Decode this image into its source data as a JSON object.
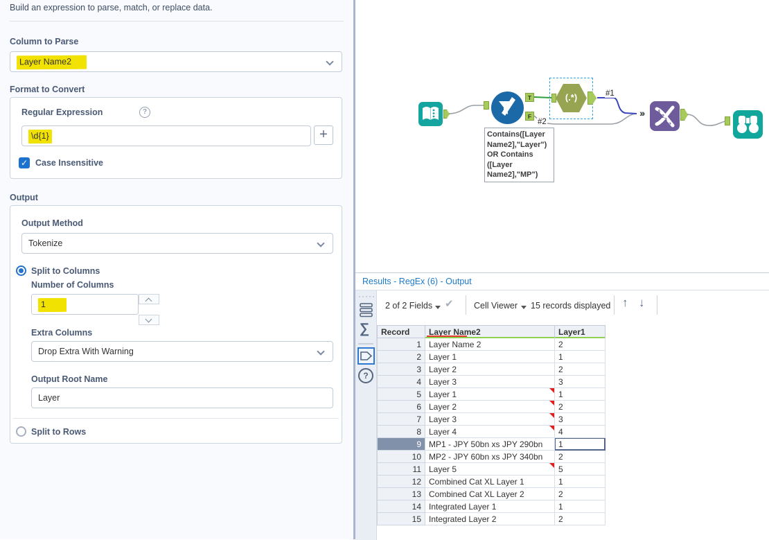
{
  "colors": {
    "highlight": "#f2e202",
    "accent_blue": "#1e72cf",
    "title_blue": "#1d7ac9",
    "input_teal": "#14a5a0",
    "filter_blue": "#1c69a7",
    "regex_olive": "#97a451",
    "union_purple": "#6e5b9b",
    "browse_teal": "#12a79c",
    "anchor_green": "#a8ca5c",
    "wire_blue": "#3944c0",
    "wire_green": "#2f9e3f",
    "warn_red": "#e01f1f"
  },
  "icons": {
    "grip": "·····",
    "sigma": "∑",
    "help": "?",
    "apply_check": "✔",
    "up_arrow": "↑",
    "down_arrow": "↓",
    "plus": "+",
    "multi_input": "»"
  },
  "config": {
    "description": "Build an expression to parse, match, or replace data.",
    "column_to_parse": {
      "label": "Column to Parse",
      "value": "Layer Name2"
    },
    "format_to_convert": {
      "label": "Format to Convert",
      "regex_label": "Regular Expression",
      "regex_value": "\\d{1}",
      "case_insensitive_label": "Case Insensitive",
      "case_insensitive_checked": true
    },
    "output": {
      "label": "Output",
      "method_label": "Output Method",
      "method_value": "Tokenize",
      "split_columns_label": "Split to Columns",
      "num_columns_label": "Number of Columns",
      "num_columns_value": "1",
      "extra_columns_label": "Extra Columns",
      "extra_columns_value": "Drop Extra With Warning",
      "root_name_label": "Output Root Name",
      "root_name_value": "Layer",
      "split_rows_label": "Split to Rows"
    }
  },
  "canvas": {
    "tools": [
      "input-data",
      "filter",
      "regex",
      "union",
      "browse"
    ],
    "filter_t": "T",
    "filter_f": "F",
    "regex_glyph": "(.*)",
    "label_1": "#1",
    "label_2": "#2",
    "annotation": "Contains([Layer\nName2],\"Layer\")\nOR Contains\n([Layer\nName2],\"MP\")"
  },
  "results": {
    "title": "Results - RegEx (6) - Output",
    "toolbar": {
      "fields": "2 of 2 Fields",
      "cell_viewer": "Cell Viewer",
      "records": "15 records displayed"
    },
    "table": {
      "columns": [
        "Record",
        "Layer Name2",
        "Layer1"
      ],
      "rows": [
        {
          "record": "1",
          "name": "Layer Name 2",
          "layer1": "2",
          "warn": false,
          "selected": false
        },
        {
          "record": "2",
          "name": "Layer 1",
          "layer1": "1",
          "warn": false,
          "selected": false
        },
        {
          "record": "3",
          "name": "Layer 2",
          "layer1": "2",
          "warn": false,
          "selected": false
        },
        {
          "record": "4",
          "name": "Layer 3",
          "layer1": "3",
          "warn": false,
          "selected": false
        },
        {
          "record": "5",
          "name": "Layer 1",
          "layer1": "1",
          "warn": true,
          "selected": false
        },
        {
          "record": "6",
          "name": "Layer 2",
          "layer1": "2",
          "warn": true,
          "selected": false
        },
        {
          "record": "7",
          "name": "Layer 3",
          "layer1": "3",
          "warn": true,
          "selected": false
        },
        {
          "record": "8",
          "name": "Layer 4",
          "layer1": "4",
          "warn": true,
          "selected": false
        },
        {
          "record": "9",
          "name": "MP1 - JPY 50bn xs JPY 290bn",
          "layer1": "1",
          "warn": false,
          "selected": true
        },
        {
          "record": "10",
          "name": "MP2 - JPY 60bn xs JPY 340bn",
          "layer1": "2",
          "warn": false,
          "selected": false
        },
        {
          "record": "11",
          "name": "Layer 5",
          "layer1": "5",
          "warn": true,
          "selected": false
        },
        {
          "record": "12",
          "name": "Combined Cat XL Layer 1",
          "layer1": "1",
          "warn": false,
          "selected": false
        },
        {
          "record": "13",
          "name": "Combined Cat XL Layer 2",
          "layer1": "2",
          "warn": false,
          "selected": false
        },
        {
          "record": "14",
          "name": "Integrated Layer 1",
          "layer1": "1",
          "warn": false,
          "selected": false
        },
        {
          "record": "15",
          "name": "Integrated Layer 2",
          "layer1": "2",
          "warn": false,
          "selected": false
        }
      ]
    }
  }
}
